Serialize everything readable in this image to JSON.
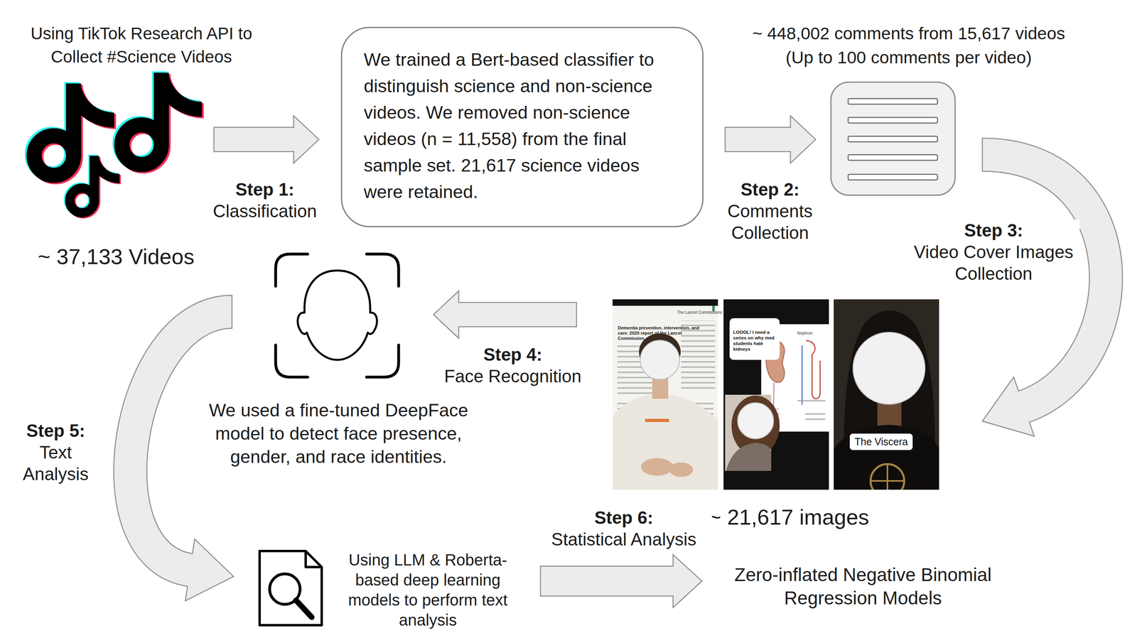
{
  "diagram": {
    "nodes": [
      {
        "text": [
          "Using TikTok Research API to Collect #Science Videos",
          "~ 37,133 Videos"
        ]
      },
      {
        "text": [
          "We trained a Bert-based classifier to distinguish science and non-science videos. We removed non-science videos (n = 11,558) from the final sample set. 21,617 science videos were retained."
        ]
      },
      {
        "text": [
          "~ 448,002 comments from 15,617 videos",
          "(Up to 100 comments per video)"
        ]
      },
      {
        "text": [
          "~ 21,617 images"
        ]
      },
      {
        "text": [
          "We used a fine-tuned DeepFace model to detect face presence, gender, and race identities."
        ]
      },
      {
        "text": [
          "Using LLM & Roberta-based deep learning models to perform text analysis"
        ]
      },
      {
        "text": [
          "Zero-inflated Negative Binomial Regression Models"
        ]
      }
    ],
    "edges": [
      {
        "from": 0,
        "to": 1,
        "label": "Step 1: Classification",
        "arrow": "to"
      },
      {
        "from": 1,
        "to": 2,
        "label": "Step 2: Comments Collection",
        "arrow": "to"
      },
      {
        "from": 2,
        "to": 3,
        "label": "Step 3: Video Cover Images Collection",
        "arrow": "to"
      },
      {
        "from": 3,
        "to": 4,
        "label": "Step 4: Face Recognition",
        "arrow": "to"
      },
      {
        "from": 4,
        "to": 5,
        "label": "Step 5: Text Analysis",
        "arrow": "to"
      },
      {
        "from": 5,
        "to": 6,
        "label": "Step 6: Statistical Analysis",
        "arrow": "to"
      }
    ],
    "labels": [
      "The Lancet Commissions",
      "Dementia prevention, intervention, and care: 2020 report of the Lancet Commission",
      "LOOOL! I need a series on why med students hate kidneys",
      "Nephron",
      "The Viscera"
    ]
  }
}
